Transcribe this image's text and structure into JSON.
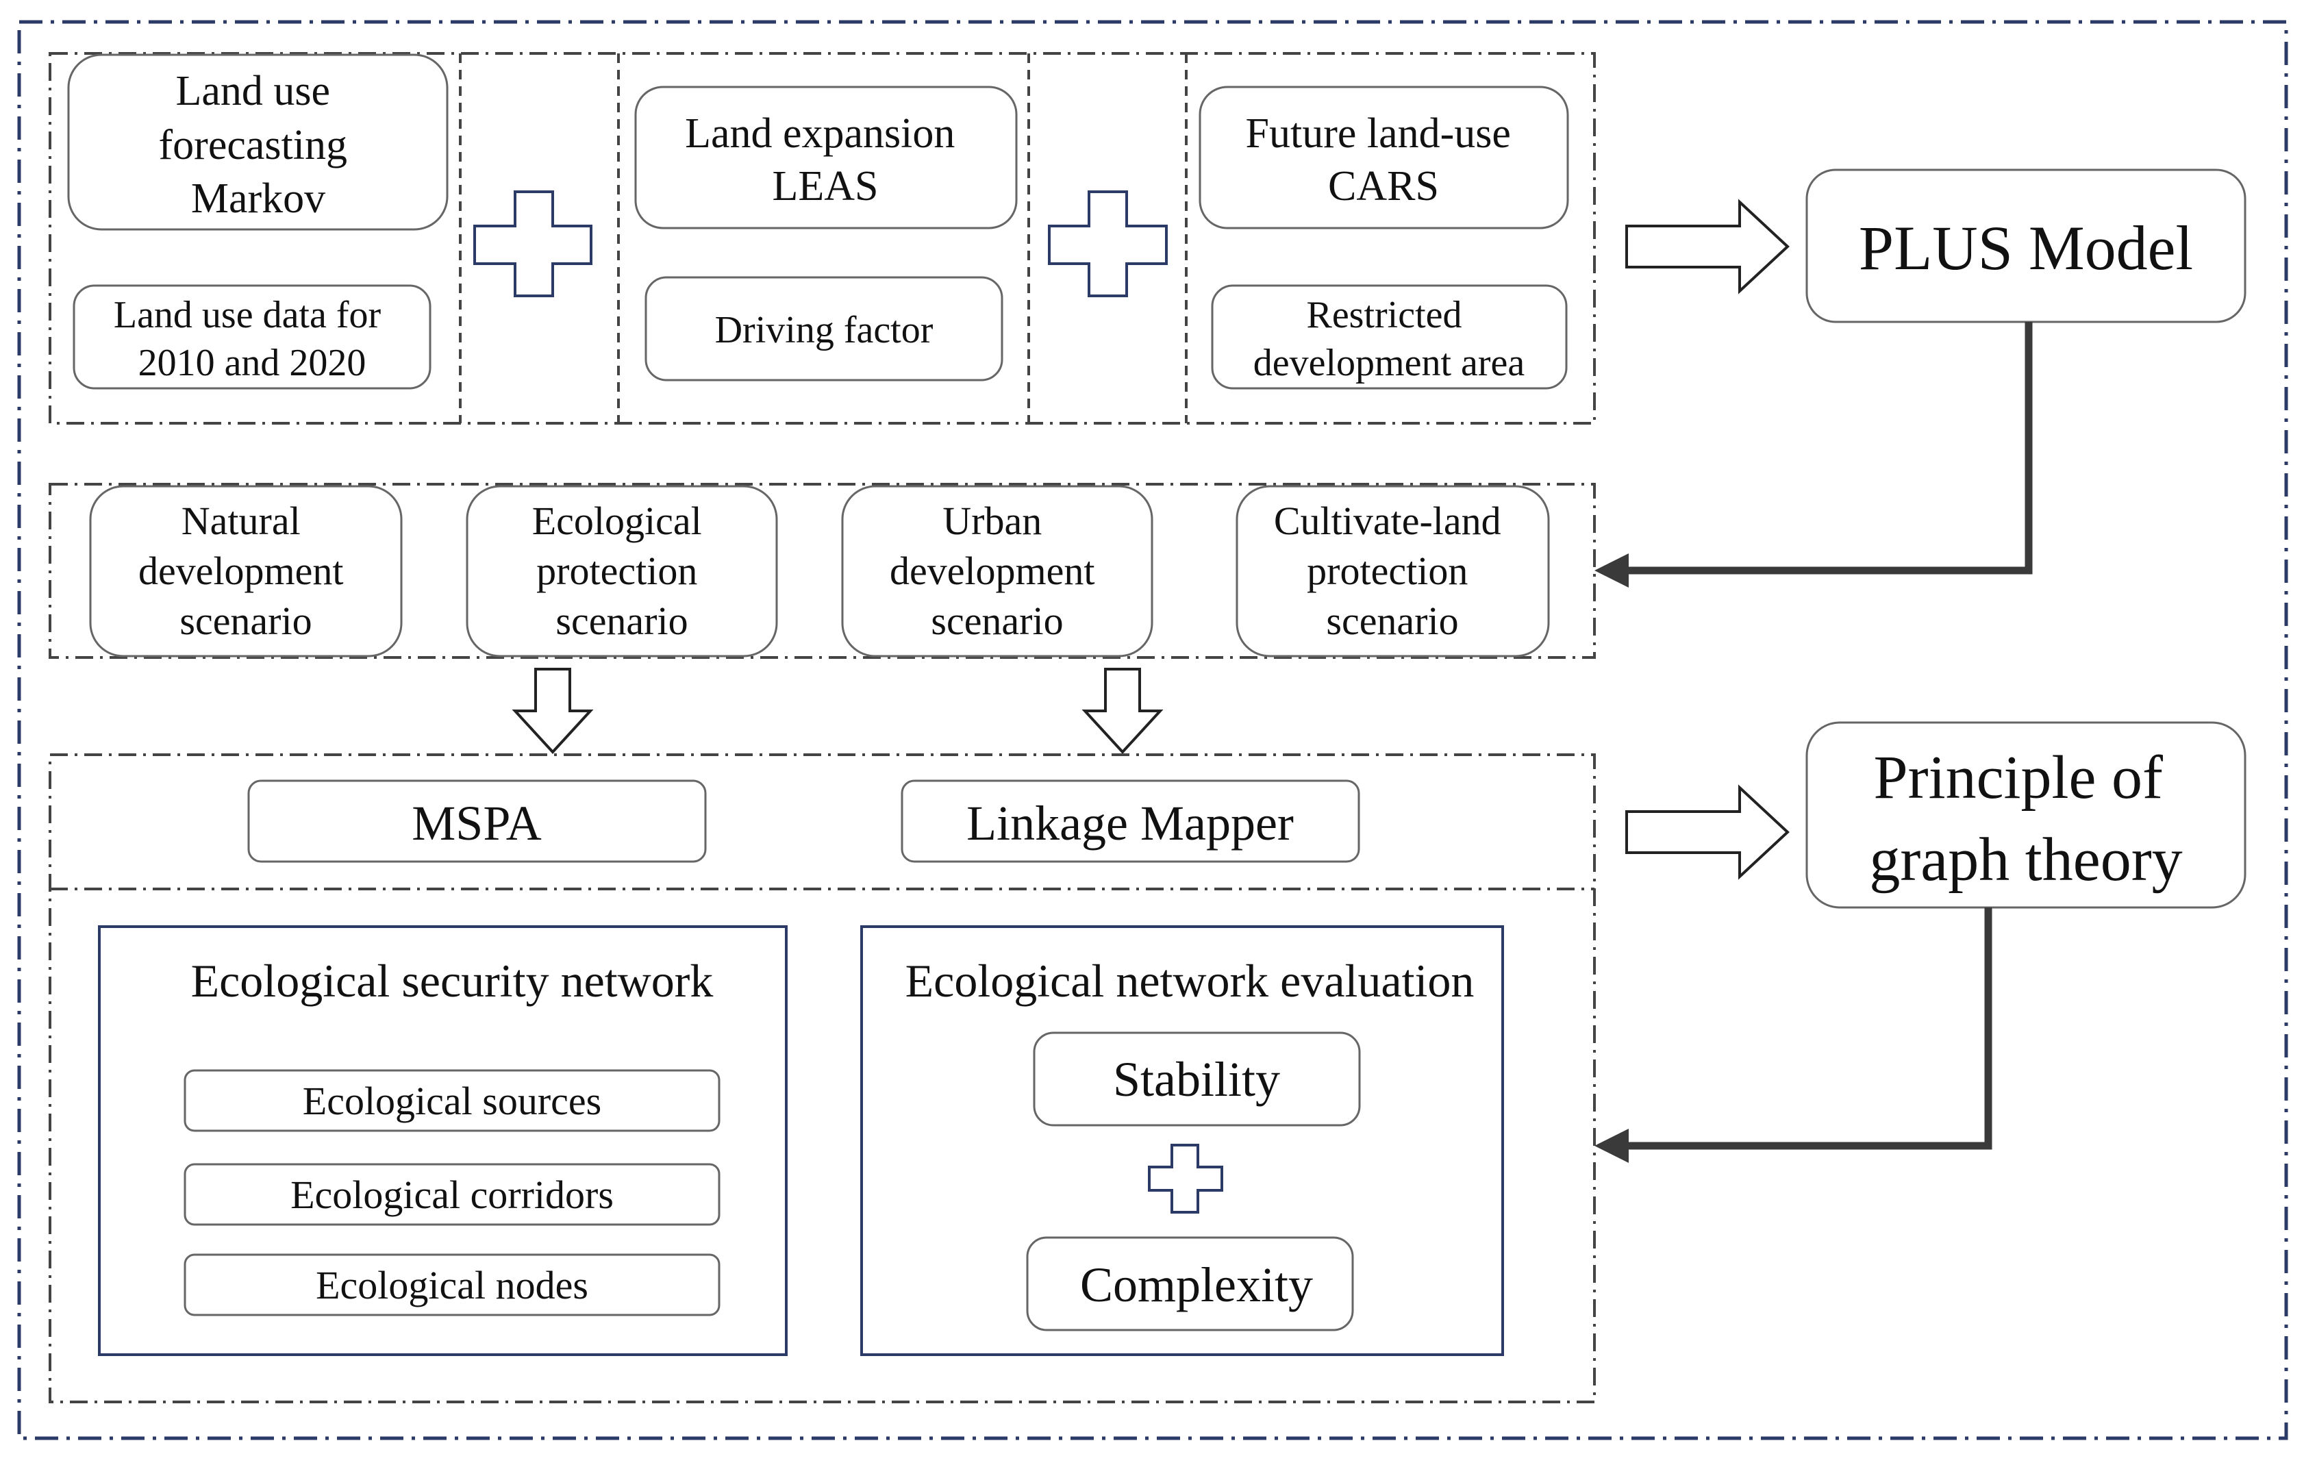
{
  "inputs": {
    "markov": [
      "Land use",
      "forecasting",
      "Markov"
    ],
    "land_data": [
      "Land use data for",
      "2010 and 2020"
    ],
    "leas": [
      "Land expansion",
      "LEAS"
    ],
    "driving": [
      "Driving factor"
    ],
    "cars": [
      "Future land-use",
      "CARS"
    ],
    "restricted": [
      "Restricted",
      "development area"
    ]
  },
  "plus_model": "PLUS Model",
  "scenarios": {
    "natural": [
      "Natural",
      "development",
      "scenario"
    ],
    "ecological": [
      "Ecological",
      "protection",
      "scenario"
    ],
    "urban": [
      "Urban",
      "development",
      "scenario"
    ],
    "cultivate": [
      "Cultivate-land",
      "protection",
      "scenario"
    ]
  },
  "tools": {
    "mspa": "MSPA",
    "linkage": "Linkage Mapper"
  },
  "graph_theory": [
    "Principle of",
    "graph theory"
  ],
  "security_network": {
    "title": "Ecological security network",
    "items": [
      "Ecological sources",
      "Ecological corridors",
      "Ecological nodes"
    ]
  },
  "evaluation": {
    "title": "Ecological network evaluation",
    "stability": "Stability",
    "complexity": "Complexity"
  },
  "colors": {
    "frame_blue": "#2b3a66",
    "box_grey": "#666666",
    "arrow_dark": "#3a3a3a"
  }
}
